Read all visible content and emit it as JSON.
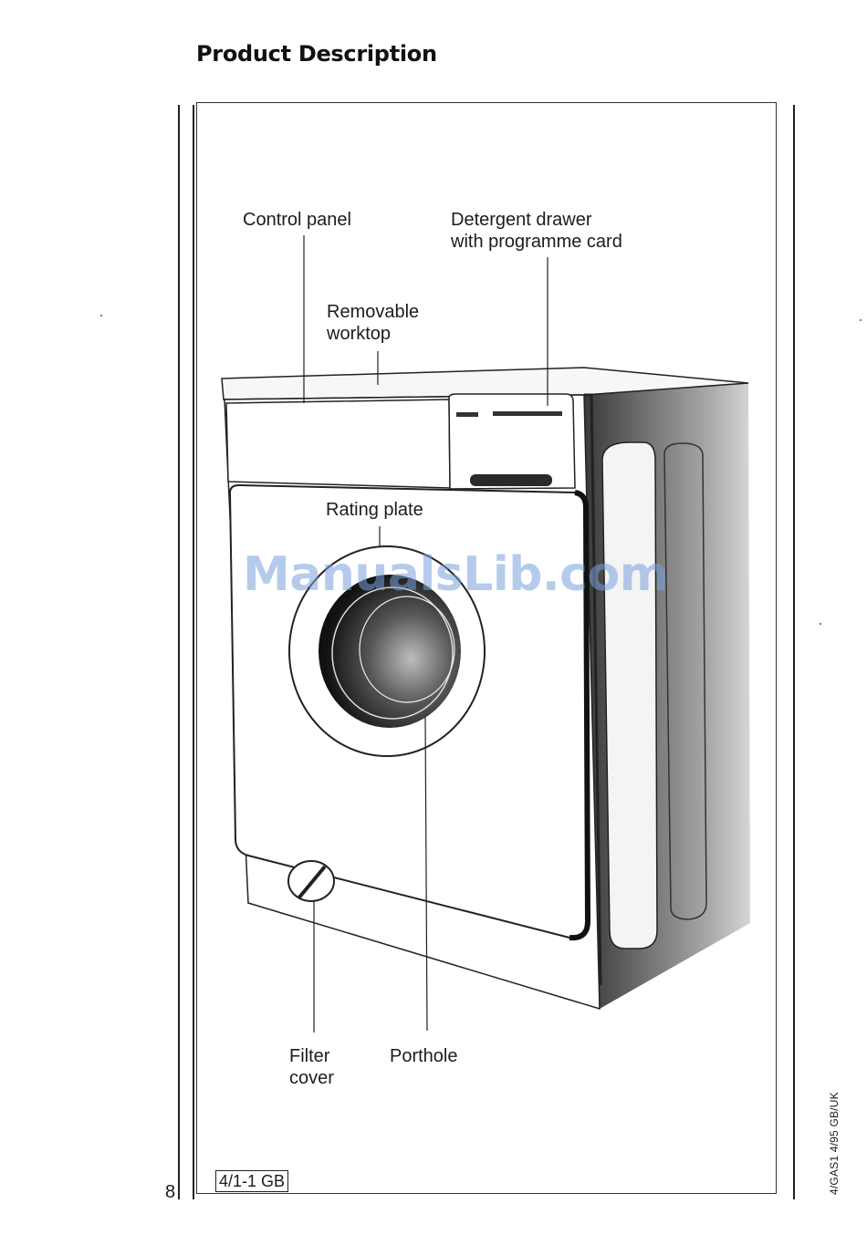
{
  "page": {
    "heading": "Product Description",
    "page_number": "8",
    "doc_code": "4/1-1 GB",
    "side_code": "4/GAS1 4/95  GB/UK"
  },
  "labels": {
    "control_panel": "Control panel",
    "detergent_drawer": "Detergent drawer\nwith programme card",
    "removable_worktop": "Removable\nworktop",
    "rating_plate": "Rating plate",
    "filter_cover": "Filter\ncover",
    "porthole": "Porthole"
  },
  "watermark": "ManualsLib.com"
}
